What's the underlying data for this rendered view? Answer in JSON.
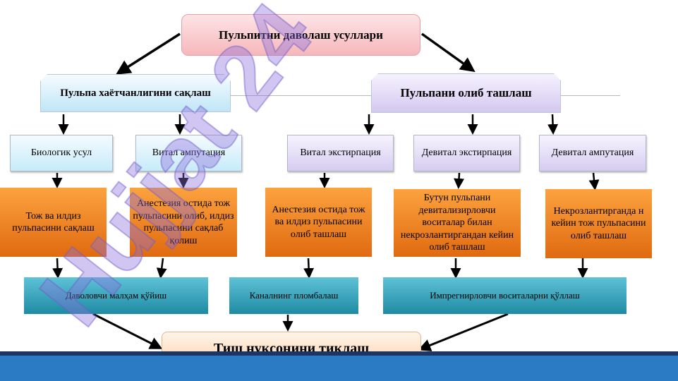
{
  "root": "Пульпитни даволаш усуллари",
  "level1": {
    "left": "Пульпа хаётчанлигини сақлаш",
    "right": "Пульпани олиб ташлаш"
  },
  "level2": [
    "Биологик усул",
    "Витал ампутация",
    "Витал экстирпация",
    "Девитал экстирпация",
    "Девитал ампутация"
  ],
  "level3": [
    "Тож ва илдиз пульпасини сақлаш",
    "Анестезия остида тож пульпасини олиб, илдиз пульпасини сақлаб қолиш",
    "Анестезия остида тож ва илдиз пульпасини олиб ташлаш",
    "Бутун пульпани девитализирловчи воситалар билан некрозлантиргандан кейин олиб ташлаш",
    "Некрозлантирганда н кейин тож пульпасини олиб ташлаш"
  ],
  "level4": [
    "Даволовчи малҳам қўйиш",
    "Каналнинг пломбалаш",
    "Импрегнирловчи воситаларни қўллаш"
  ],
  "final": "Тиш нуқсонини тиклаш",
  "watermark": "Hujjat 24",
  "colors": {
    "root_fill": "#f6b7bb",
    "left_branch": "#bfe6f7",
    "right_branch": "#d4c8ef",
    "method_fill": "#f07c1e",
    "treatment_fill": "#1d8ba4",
    "final_fill": "#fbd3b0",
    "footer": "#2a7bc3"
  }
}
